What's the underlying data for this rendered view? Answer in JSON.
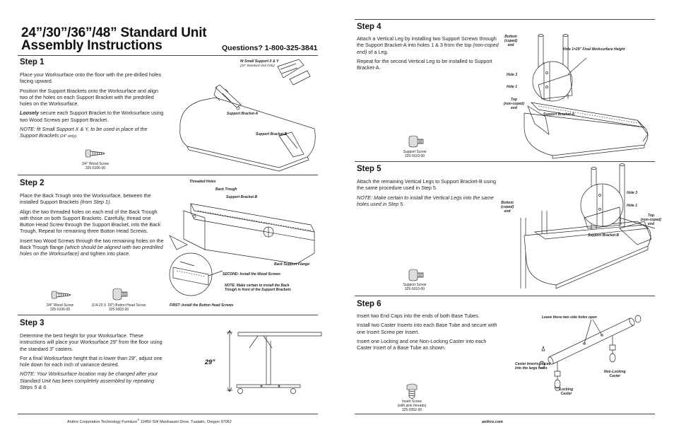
{
  "header": {
    "title_line1": "24”/30”/36”/48” Standard Unit",
    "title_line2": "Assembly Instructions",
    "phone": "Questions? 1-800-325-3841"
  },
  "step1": {
    "heading": "Step 1",
    "p1": "Place your Worksurface onto the floor with the pre-drilled holes facing upward.",
    "p2": "Position the Support Brackets onto the Worksurface and align two of the holes on each Support Bracket with the predrilled holes on the Worksurface.",
    "p3_emph": "Loosely",
    "p3_rest": " secure each Support Bracket to the Worksurface using two Wood Screws per Support Bracket.",
    "note_a": "NOTE: fit Small Support X & Y, to be used in place of the Support Brackets",
    "note_b": " (24” only).",
    "screw_cap1": "3/4” Wood Screw",
    "screw_cap2": "325-5106-00",
    "lbl_small_support": "fit Small Support X & Y",
    "lbl_small_support_sub": "(24” Standard Unit Only)",
    "lbl_bracket_a": "Support Bracket-A",
    "lbl_bracket_b": "Support Bracket-B"
  },
  "step2": {
    "heading": "Step 2",
    "p1a": "Place the Back Trough onto the Worksurface, between the installed Support Brackets",
    "p1b": " (from Step 1).",
    "p2": "Align the two threaded holes on each end of the Back Trough with those on both Support Brackets. Carefully, thread one Button Head Screw through the Support Bracket, into the Back Trough. Repeat for remaining three Button Head Screws.",
    "p3a": "Insert two Wood Screws through the two remaining holes on the Back Trough flange",
    "p3b": " (which should be aligned with two predrilled holes on the Worksurface)",
    "p3c": " and tighten into place.",
    "screw1_cap1": "3/4” Wood Screw",
    "screw1_cap2": "325-5106-00",
    "screw2_cap1": "(1/4-20 X .50”) Button Head Screw",
    "screw2_cap2": "325-5003-00",
    "lbl_threaded": "Threaded Holes",
    "lbl_back_trough": "Back Trough",
    "lbl_bracket_b": "Support Bracket-B",
    "lbl_flange": "Back Support Flange",
    "lbl_second": "SECOND: Install the Wood Screws",
    "lbl_note1": "NOTE: Make certain to install the Back",
    "lbl_note2": "Trough in front of the Support Brackets",
    "lbl_first": "FIRST: Install the Button Head  Screws"
  },
  "step3": {
    "heading": "Step 3",
    "p1": "Determine the best height for your Worksurface. These instructions will place your Worksurface 29” from the floor using the standard 3” casters.",
    "p2": "For a final Worksurface height that is lower than 29”, adjust one hole down for each inch of variance desired.",
    "note": "NOTE: Your Worksurface location may be changed after your Standard Unit has been completely assembled by repeating Steps 5 & 6.",
    "height": "29”"
  },
  "footer_left": {
    "company": "Anthro Corporation   Technology Furniture",
    "reg": "®",
    "address": "   10450 SW Manhasset Drive, Tualatin, Oregon  97062"
  },
  "step4": {
    "heading": "Step 4",
    "p1a": "Attach a Vertical Leg by installing two Support Screws through the Support Bracket-A into holes 1 & 3 from the top",
    "p1b": " (non-coped end)",
    "p1c": " of a Leg.",
    "p2": "Repeat for the second Vertical Leg to be installed to Support Bracket-A.",
    "screw_cap1": "Support Screw",
    "screw_cap2": "325-5010-00",
    "lbl_bottom": "Bottom\n(coped)\nend",
    "lbl_hole1_29": "Hole 1=29” Final Worksurface Height",
    "lbl_hole3": "Hole 3",
    "lbl_hole1": "Hole 1",
    "lbl_top": "Top\n(non-coped)\nend",
    "lbl_bracket_a": "Support Bracket-A"
  },
  "step5": {
    "heading": "Step 5",
    "p1": "Attach the remaining  Vertical Legs to Support Bracket-B using the same procedure used in Step 5.",
    "note": "NOTE: Make certain to install the Vertical Legs into the same holes used in Step 5.",
    "screw_cap1": "Support Screw",
    "screw_cap2": "325-5010-00",
    "lbl_bottom": "Bottom\n(coped)\nend",
    "lbl_hole3": "Hole 3",
    "lbl_hole1": "Hole 1",
    "lbl_top": "Top\n(non-coped)\nend",
    "lbl_bracket_b": "Support Bracket-B"
  },
  "step6": {
    "heading": "Step 6",
    "p1": "Insert two End Caps into the ends of both Base Tubes.",
    "p2": "Install two Caster Inserts into each Base Tube and secure with one Insert Screw per Insert.",
    "p3": "Insert one Locking and one Non-Locking Caster into each Caster Insert of a Base Tube as shown.",
    "screw_cap1": "Insert Screw",
    "screw_cap2": "(with pink threads)",
    "screw_cap3": "325-5052-00",
    "lbl_leave": "Leave these two side holes open",
    "lbl_inserts": "Caster Inserts placed\ninto the large holes",
    "lbl_nonlocking": "Non-Locking\nCaster",
    "lbl_locking": "Locking\nCaster"
  },
  "footer_right": {
    "site": "anthro.com"
  }
}
